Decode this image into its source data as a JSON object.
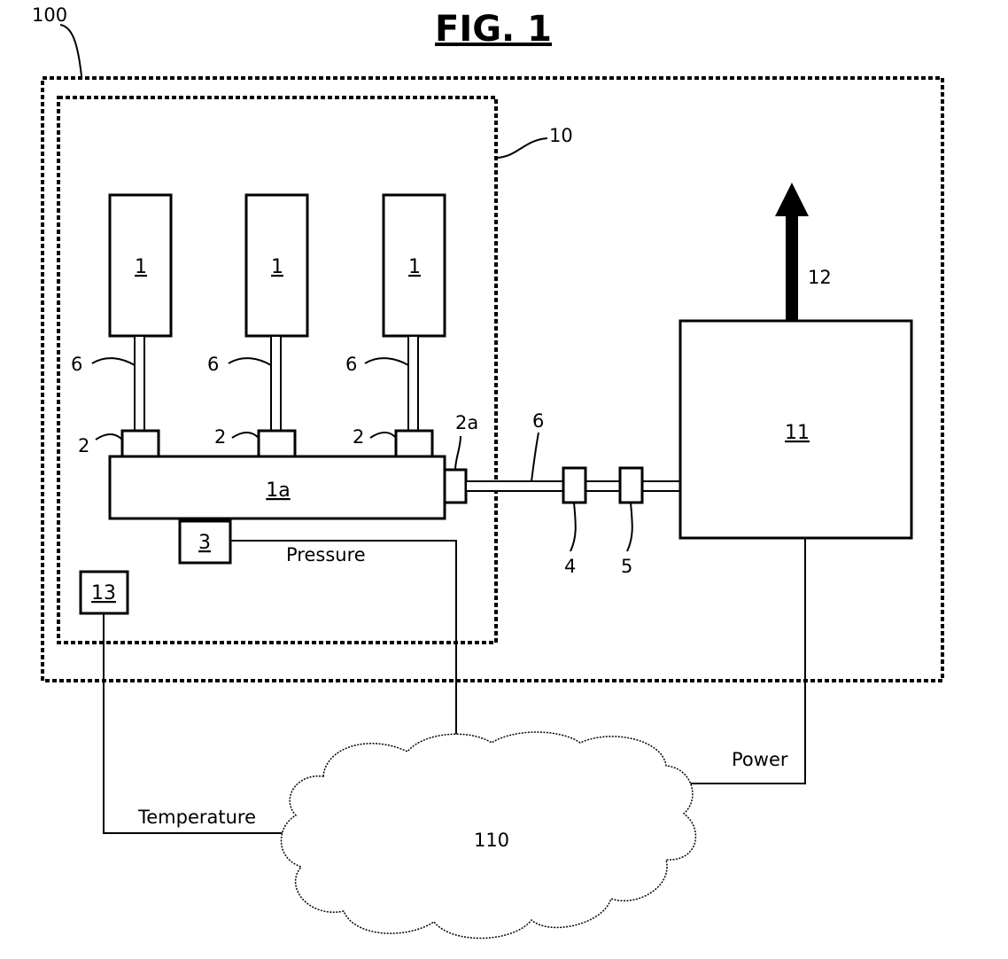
{
  "figure": {
    "title": "FIG. 1",
    "ref_system": "100",
    "ref_enclosure": "10",
    "ref_cloud": "110",
    "cylinder_label": "1",
    "manifold_label": "1a",
    "valve_label": "2",
    "outlet_valve_label": "2a",
    "pipe_label": "6",
    "pressure_sensor_label": "3",
    "component_4_label": "4",
    "component_5_label": "5",
    "unit_label": "11",
    "output_label": "12",
    "temperature_sensor_label": "13",
    "signal_pressure": "Pressure",
    "signal_temperature": "Temperature",
    "signal_power": "Power"
  }
}
